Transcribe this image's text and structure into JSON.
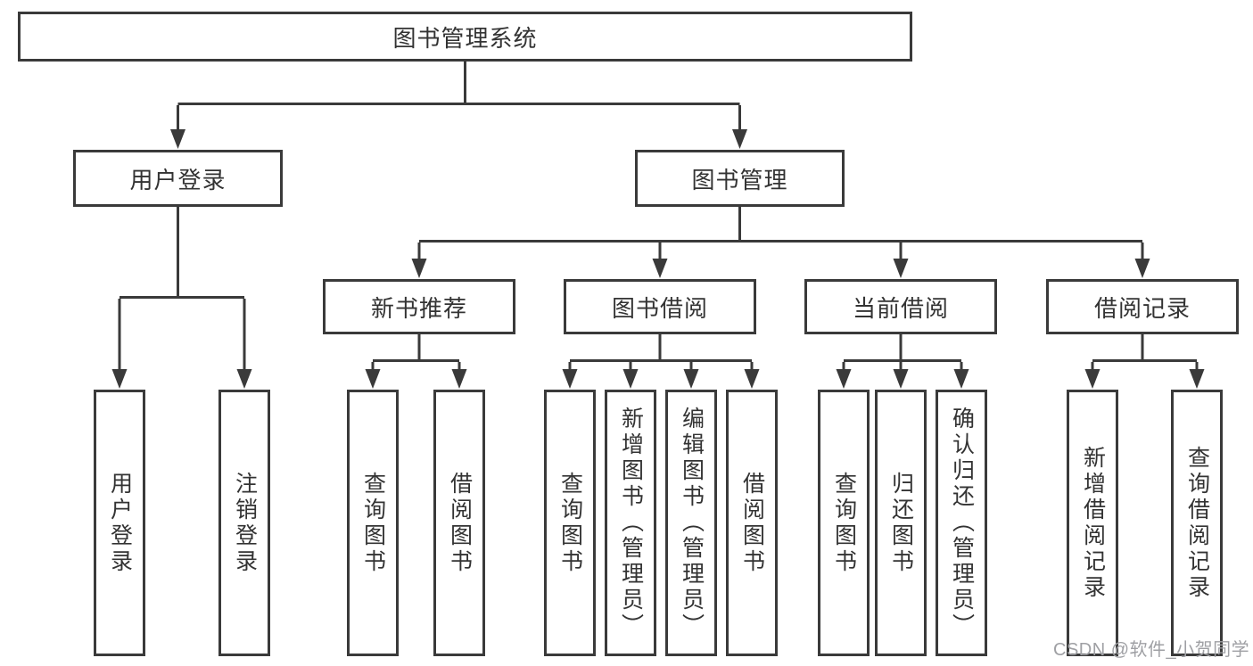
{
  "diagram": {
    "root": {
      "label": "图书管理系统"
    },
    "branches": [
      {
        "label": "用户登录",
        "leaves": [
          {
            "label": "用户登录"
          },
          {
            "label": "注销登录"
          }
        ]
      },
      {
        "label": "图书管理",
        "groups": [
          {
            "label": "新书推荐",
            "leaves": [
              {
                "label": "查询图书"
              },
              {
                "label": "借阅图书"
              }
            ]
          },
          {
            "label": "图书借阅",
            "leaves": [
              {
                "label": "查询图书"
              },
              {
                "label": "新增图书（管理员）"
              },
              {
                "label": "编辑图书（管理员）"
              },
              {
                "label": "借阅图书"
              }
            ]
          },
          {
            "label": "当前借阅",
            "leaves": [
              {
                "label": "查询图书"
              },
              {
                "label": "归还图书"
              },
              {
                "label": "确认归还（管理员）"
              }
            ]
          },
          {
            "label": "借阅记录",
            "leaves": [
              {
                "label": "新增借阅记录"
              },
              {
                "label": "查询借阅记录"
              }
            ]
          }
        ]
      }
    ]
  },
  "watermark": {
    "text": "CSDN @软件_小贺同学"
  },
  "colors": {
    "line": "#3a3a3a",
    "text": "#333333",
    "watermark": "#9fa0a4",
    "background": "#ffffff"
  }
}
